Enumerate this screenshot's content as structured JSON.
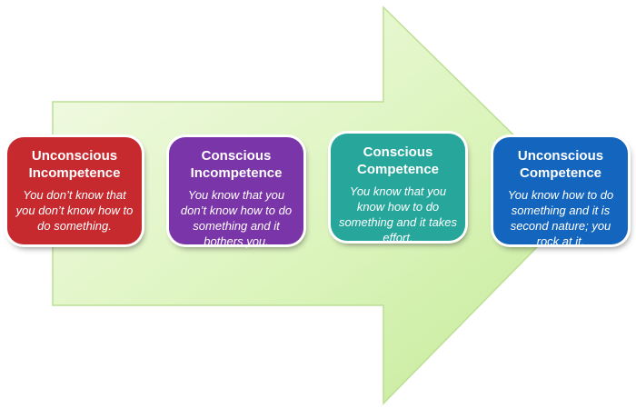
{
  "diagram": {
    "colors": {
      "arrow_light": "#f2fbe4",
      "arrow_dark": "#c8ec9c",
      "arrow_stroke": "#b5db88"
    },
    "stages": [
      {
        "title": "Unconscious Incompetence",
        "description": "You don’t know that you don’t know how to do something.",
        "color": "#c62a2f"
      },
      {
        "title": "Conscious Incompetence",
        "description": "You know that you don’t know how to do something and it bothers you.",
        "color": "#7a35a8"
      },
      {
        "title": "Conscious Competence",
        "description": "You know that you know how to do something and it takes effort.",
        "color": "#27a79b"
      },
      {
        "title": "Unconscious Competence",
        "description": "You know how to do something and it is second nature; you rock at it.",
        "color": "#1465bd"
      }
    ]
  }
}
